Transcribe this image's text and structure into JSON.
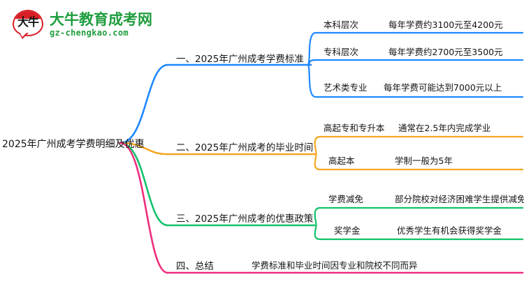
{
  "logo": {
    "mark_glyph": "大牛",
    "title": "大牛教育成考网",
    "subtitle": "gz-chengkao.com",
    "brand_green": "#1f9d3d",
    "brand_red": "#d81f26"
  },
  "mindmap": {
    "root": "2025年广州成考学费明细及优惠",
    "branches": [
      {
        "label": "一、2025年广州成考学费标准",
        "color": "#1e88ff",
        "children": [
          {
            "key": "本科层次",
            "value": "每年学费约3100元至4200元"
          },
          {
            "key": "专科层次",
            "value": "每年学费约2700元至3500元"
          },
          {
            "key": "艺术类专业",
            "value": "每年学费可能达到7000元以上"
          }
        ]
      },
      {
        "label": "二、2025年广州成考的毕业时间",
        "color": "#f5a623",
        "children": [
          {
            "key": "高起专和专升本",
            "value": "通常在2.5年内完成学业"
          },
          {
            "key": "高起本",
            "value": "学制一般为5年"
          }
        ]
      },
      {
        "label": "三、2025年广州成考的优惠政策",
        "color": "#13c26b",
        "children": [
          {
            "key": "学费减免",
            "value": "部分院校对经济困难学生提供减免"
          },
          {
            "key": "奖学金",
            "value": "优秀学生有机会获得奖学金"
          }
        ]
      },
      {
        "label": "四、总结",
        "color": "#ef2d7e",
        "children": [
          {
            "key": "",
            "value": "学费标准和毕业时间因专业和院校不同而异"
          }
        ]
      }
    ]
  }
}
